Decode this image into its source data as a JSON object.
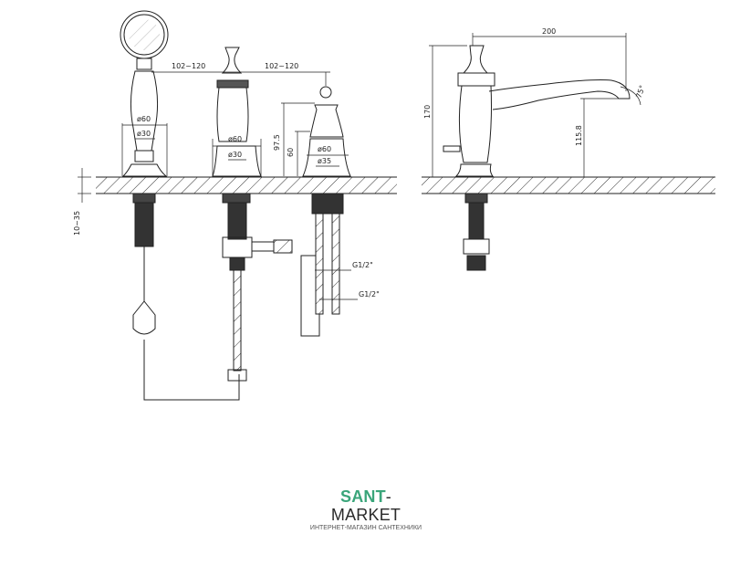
{
  "dimensions": {
    "spacing_left": "102~120",
    "spacing_right": "102~120",
    "shower_d60": "ø60",
    "shower_d30": "ø30",
    "spout_d60": "ø60",
    "spout_d30": "ø30",
    "valve_d60": "ø60",
    "valve_d35": "ø35",
    "height_97_5": "97.5",
    "height_60": "60",
    "deck_thickness": "10~35",
    "thread_1": "G1/2\"",
    "thread_2": "G1/2\"",
    "side_reach": "200",
    "side_height": "170",
    "side_spout_height": "115.8",
    "side_angle": "75°"
  },
  "logo": {
    "brand_part1": "SANT",
    "brand_part2": "-MARKET",
    "tagline": "ИНТЕРНЕТ-МАГАЗИН САНТЕХНИКИ",
    "accent_color": "#3aa57a"
  }
}
